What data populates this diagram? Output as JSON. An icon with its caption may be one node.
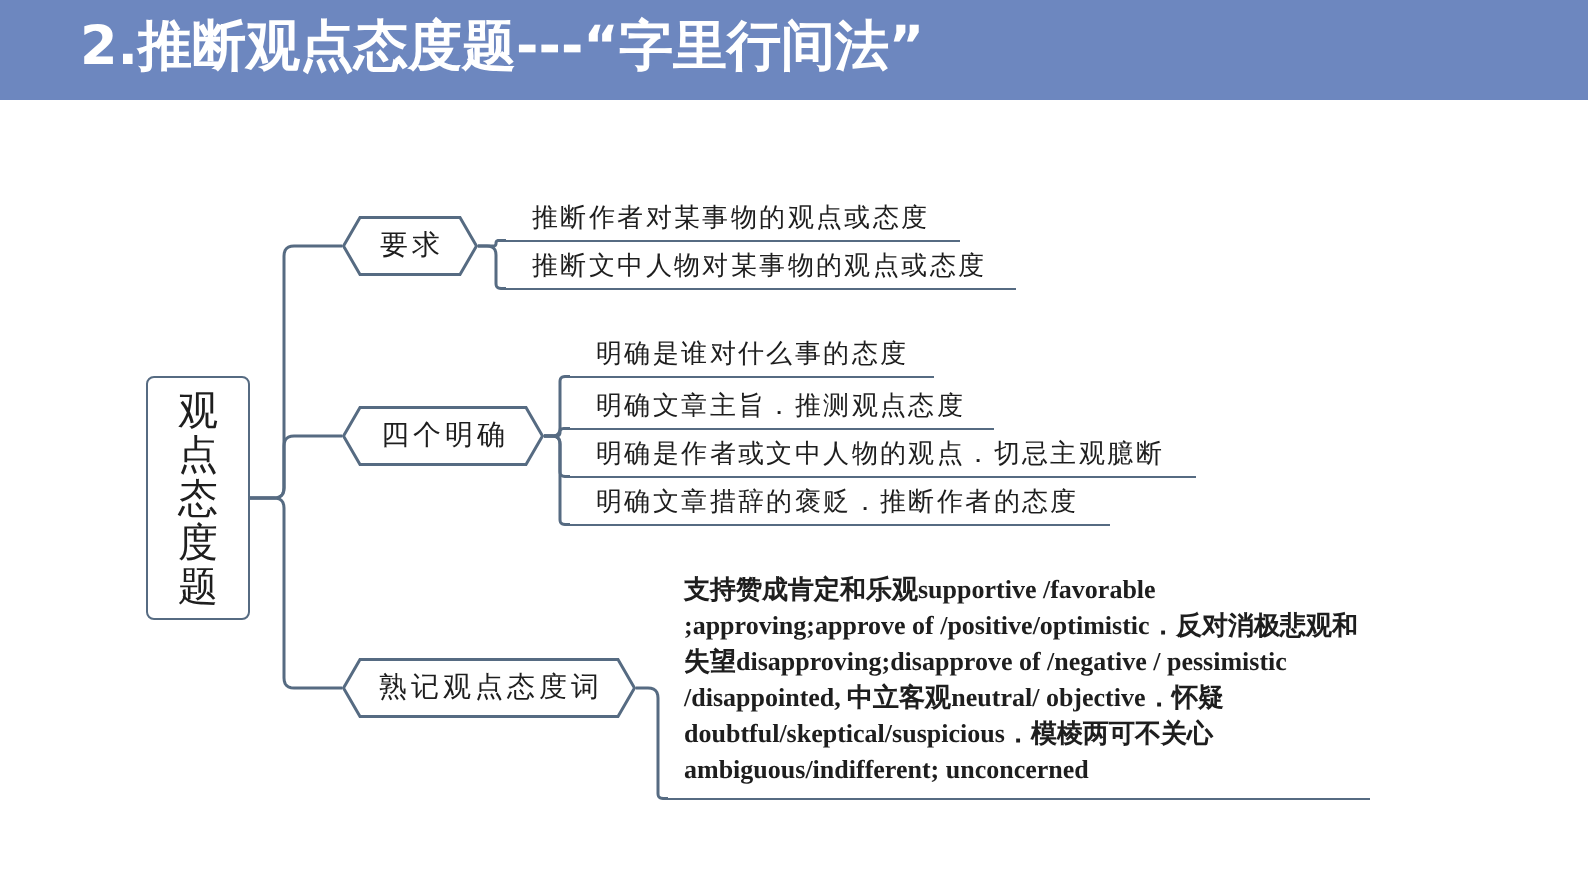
{
  "diagram": {
    "title": "2.推断观点态度题---“字里行间法”",
    "nodes": [
      {
        "text": [
          "观点态度题"
        ]
      },
      {
        "text": [
          "要求"
        ]
      },
      {
        "text": [
          "推断作者对某事物的观点或态度"
        ]
      },
      {
        "text": [
          "推断文中人物对某事物的观点或态度"
        ]
      },
      {
        "text": [
          "四个明确"
        ]
      },
      {
        "text": [
          "明确是谁对什么事的态度"
        ]
      },
      {
        "text": [
          "明确文章主旨．推测观点态度"
        ]
      },
      {
        "text": [
          "明确是作者或文中人物的观点．切忌主观臆断"
        ]
      },
      {
        "text": [
          "明确文章措辞的褒贬．推断作者的态度"
        ]
      },
      {
        "text": [
          "熟记观点态度词"
        ]
      },
      {
        "text": [
          "支持赞成肯定和乐观supportive /favorable ;approving;approve of /positive/optimistic．反对消极悲观和失望disapproving;disapprove of /negative / pessimistic /disappointed, 中立客观neutral/ objective．怀疑doubtful/skeptical/suspicious．模棱两可不关心ambiguous/indifferent; unconcerned"
        ]
      }
    ],
    "edges": [
      {
        "from": 0,
        "to": 1,
        "arrow": "none"
      },
      {
        "from": 0,
        "to": 4,
        "arrow": "none"
      },
      {
        "from": 0,
        "to": 9,
        "arrow": "none"
      },
      {
        "from": 1,
        "to": 2,
        "arrow": "none"
      },
      {
        "from": 1,
        "to": 3,
        "arrow": "none"
      },
      {
        "from": 4,
        "to": 5,
        "arrow": "none"
      },
      {
        "from": 4,
        "to": 6,
        "arrow": "none"
      },
      {
        "from": 4,
        "to": 7,
        "arrow": "none"
      },
      {
        "from": 4,
        "to": 8,
        "arrow": "none"
      },
      {
        "from": 9,
        "to": 10,
        "arrow": "none"
      }
    ]
  }
}
